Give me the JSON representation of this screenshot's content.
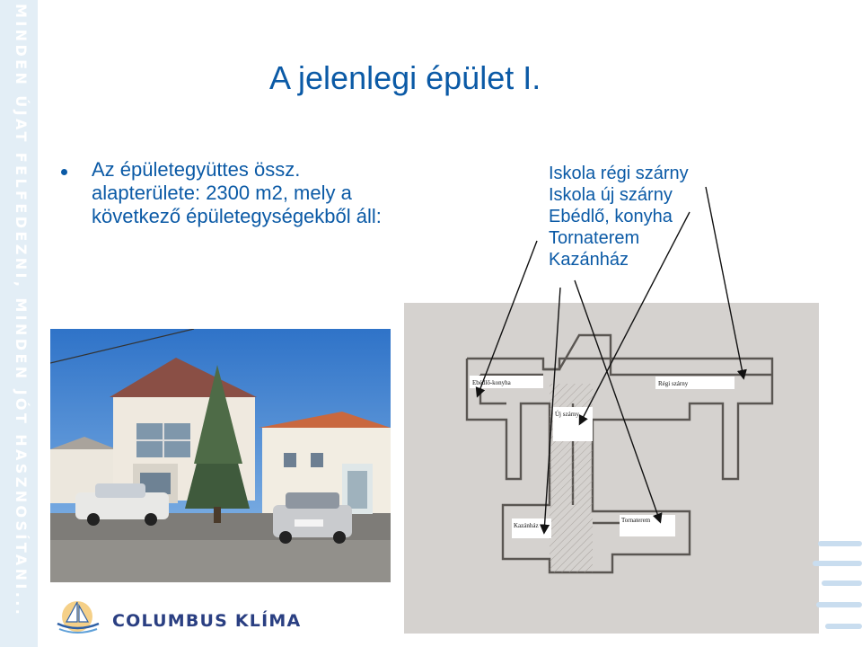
{
  "side_banner": {
    "text": "MINDEN ÚJAT FELFEDEZNI, MINDEN JÓT HASZNOSÍTANI..."
  },
  "slide": {
    "title": "A jelenlegi épület I.",
    "bullets": [
      "Az épületegyüttes össz. alapterülete: 2300 m2, mely a következő épületegységekből áll:"
    ],
    "building_units": [
      "Iskola régi szárny",
      "Iskola új szárny",
      "Ebédlő, konyha",
      "Tornaterem",
      "Kazánház"
    ]
  },
  "floor_plan": {
    "labels": {
      "ebedlo": "Ebédlő-konyha",
      "regi": "Régi szárny",
      "uj": "Új szárny",
      "kazan": "Kazánház",
      "torna": "Tornaterem"
    }
  },
  "logo": {
    "text": "COLUMBUS KLÍMA"
  },
  "colors": {
    "accent": "#0b5aa6",
    "logo": "#2a3f82",
    "strip": "#e3eef6"
  }
}
